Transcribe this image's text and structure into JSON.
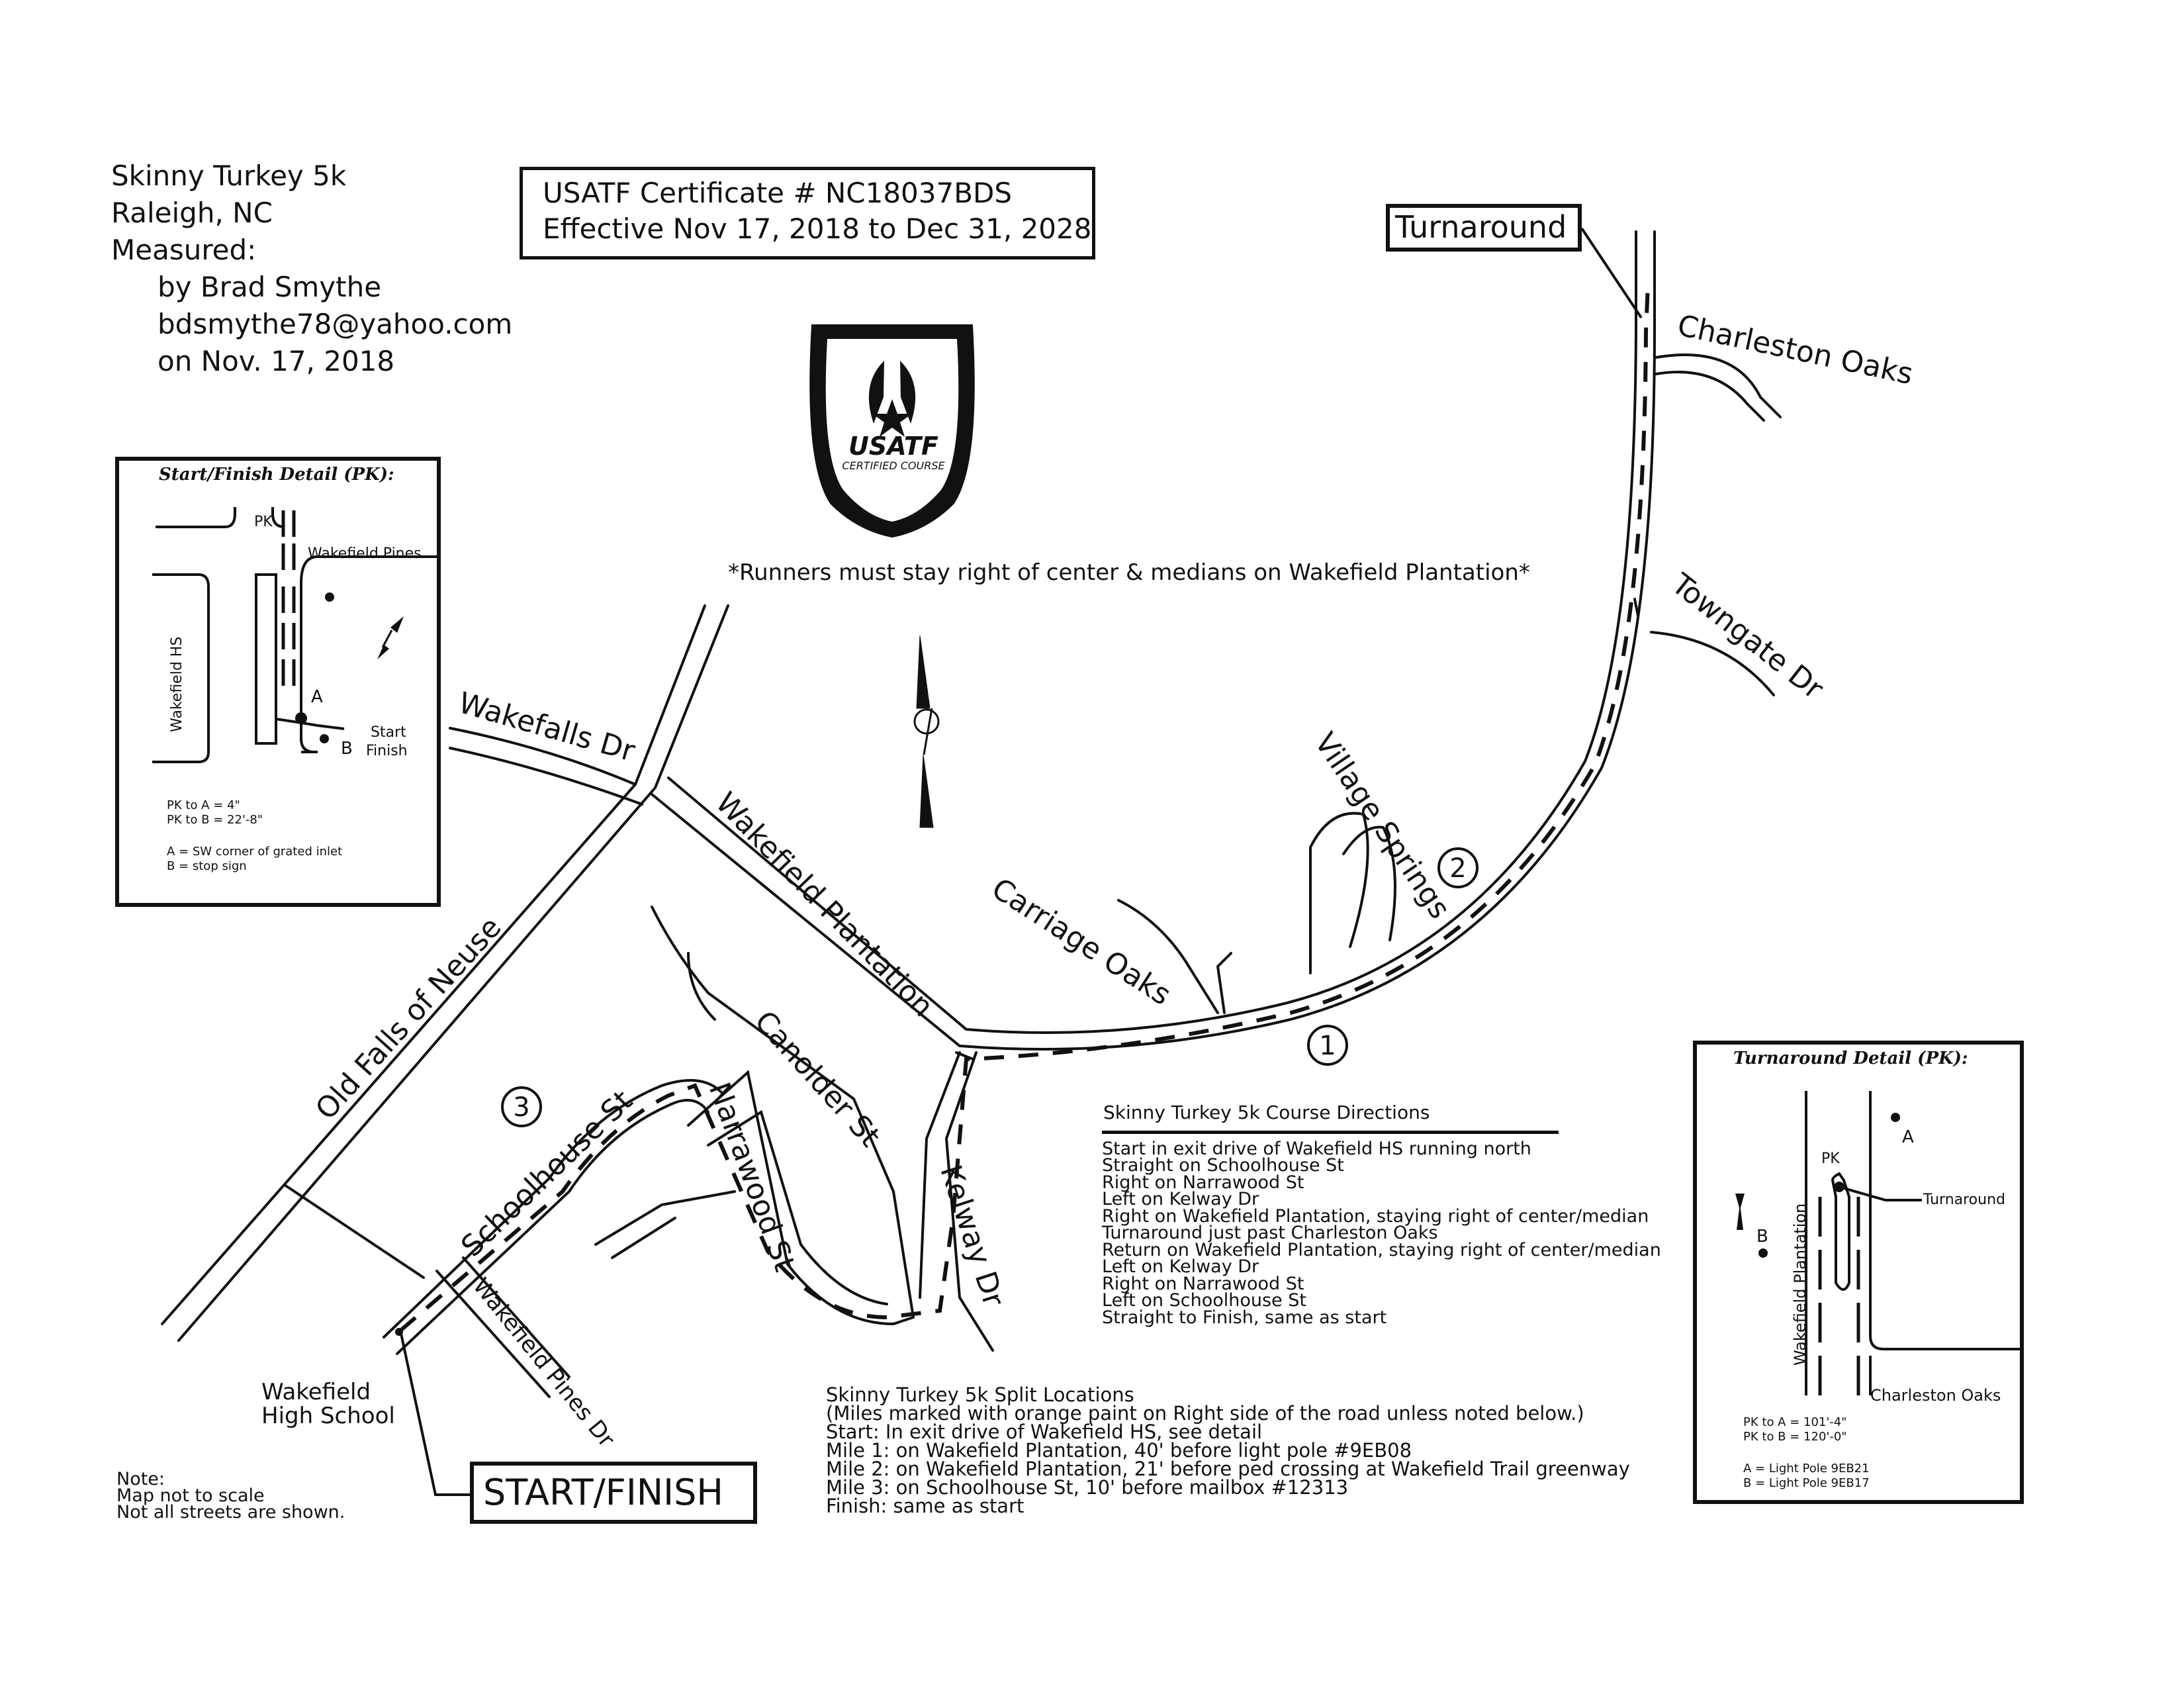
{
  "header": {
    "race": "Skinny Turkey 5k",
    "location": "Raleigh, NC",
    "measured_label": "Measured:",
    "measurer": "by  Brad  Smythe",
    "email": "bdsmythe78@yahoo.com",
    "date": "on  Nov. 17, 2018"
  },
  "certificate": {
    "line1": "USATF  Certificate  #   NC18037BDS",
    "line2": "Effective  Nov 17, 2018  to  Dec 31, 2028"
  },
  "badge": {
    "name": "USATF",
    "subtitle": "CERTIFIED COURSE"
  },
  "runners_note": "*Runners  must  stay  right  of  center  &   medians  on  Wakefield  Plantation*",
  "labels": {
    "turnaround": "Turnaround",
    "start_finish": "START/FINISH",
    "wakefield_hs_1": "Wakefield",
    "wakefield_hs_2": "High  School"
  },
  "streets": {
    "charleston_oaks": "Charleston  Oaks",
    "towngate": "Towngate  Dr",
    "village_springs": "Village  Springs",
    "carriage_oaks": "Carriage  Oaks",
    "wakefield_plantation": "Wakefield  Plantation",
    "wakefalls": "Wakefalls  Dr",
    "old_falls": "Old  Falls  of  Neuse",
    "canolder": "Canolder  St",
    "narrawood": "Narrawood  St",
    "kelway": "Kelway  Dr",
    "schoolhouse": "Schoolhouse  St",
    "wakefield_pines": "Wakefield  Pines  Dr"
  },
  "mile_markers": [
    "1",
    "2",
    "3"
  ],
  "directions": {
    "title": "Skinny Turkey 5k  Course  Directions",
    "steps": [
      "Start  in  exit  drive  of  Wakefield  HS  running  north",
      "Straight  on  Schoolhouse  St",
      "Right  on  Narrawood  St",
      "Left  on  Kelway  Dr",
      "Right  on  Wakefield  Plantation,  staying  right  of  center/median",
      "Turnaround  just  past  Charleston  Oaks",
      "Return  on  Wakefield  Plantation,  staying  right  of  center/median",
      "Left  on  Kelway  Dr",
      "Right  on  Narrawood  St",
      "Left  on  Schoolhouse  St",
      "Straight  to  Finish,  same  as  start"
    ]
  },
  "splits": {
    "title": "Skinny Turkey 5k  Split  Locations",
    "lines": [
      "(Miles  marked  with  orange  paint  on  Right  side  of  the  road  unless  noted  below.)",
      "Start:  In  exit  drive  of  Wakefield  HS,  see  detail",
      "Mile  1:  on  Wakefield  Plantation,  40'  before  light  pole  #9EB08",
      "Mile  2:  on  Wakefield  Plantation,  21'  before  ped  crossing  at  Wakefield  Trail  greenway",
      "Mile  3:  on  Schoolhouse  St,  10'  before  mailbox  #12313",
      "Finish:  same  as  start"
    ]
  },
  "map_note": {
    "line1": "Note:",
    "line2": "Map  not  to  scale",
    "line3": "Not  all  streets  are  shown."
  },
  "start_detail": {
    "title": "Start/Finish  Detail  (PK):",
    "pk": "PK",
    "wakefield_pines": "Wakefield  Pines",
    "wakefield_hs": "Wakefield  HS",
    "a": "A",
    "b": "B",
    "start": "Start",
    "finish": "Finish",
    "pk_to_a": "PK  to  A  =     4\"",
    "pk_to_b": "PK  to  B  =   22'-8\"",
    "a_def": "A   =   SW   corner  of grated  inlet",
    "b_def": "B   =   stop  sign"
  },
  "turn_detail": {
    "title": "Turnaround  Detail  (PK):",
    "pk": "PK",
    "turnaround": "Turnaround",
    "wakefield_plantation": "Wakefield  Plantation",
    "charleston_oaks": "Charleston  Oaks",
    "a": "A",
    "b": "B",
    "pk_to_a": "PK  to  A  =    101'-4\"",
    "pk_to_b": "PK  to  B  =    120'-0\"",
    "a_def": "A   =   Light Pole  9EB21",
    "b_def": "B   =   Light Pole  9EB17"
  }
}
